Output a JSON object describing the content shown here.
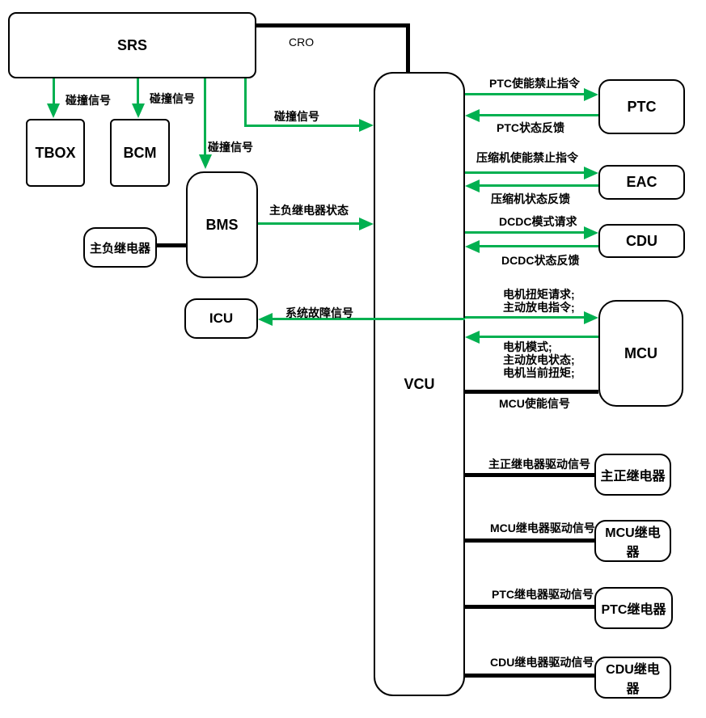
{
  "nodes": {
    "srs": "SRS",
    "tbox": "TBOX",
    "bcm": "BCM",
    "bms": "BMS",
    "main_neg_relay": "主负继电器",
    "icu": "ICU",
    "vcu": "VCU",
    "ptc": "PTC",
    "eac": "EAC",
    "cdu": "CDU",
    "mcu": "MCU",
    "main_pos_relay": "主正继电器",
    "mcu_relay": "MCU继电器",
    "ptc_relay": "PTC继电器",
    "cdu_relay": "CDU继电器"
  },
  "labels": {
    "cro": "CRO",
    "crash_tbox": "碰撞信号",
    "crash_bcm": "碰撞信号",
    "crash_vcu": "碰撞信号",
    "crash_bms": "碰撞信号",
    "bms_status": "主负继电器状态",
    "system_fault": "系统故障信号",
    "ptc_cmd": "PTC使能禁止指令",
    "ptc_fb": "PTC状态反馈",
    "eac_cmd": "压缩机使能禁止指令",
    "eac_fb": "压缩机状态反馈",
    "cdu_cmd": "DCDC模式请求",
    "cdu_fb": "DCDC状态反馈",
    "mcu_cmd": "电机扭矩请求;\n主动放电指令;",
    "mcu_fb": "电机模式;\n主动放电状态;\n电机当前扭矩;",
    "mcu_enable": "MCU使能信号",
    "main_pos_drive": "主正继电器驱动信号",
    "mcu_relay_drive": "MCU继电器驱动信号",
    "ptc_relay_drive": "PTC继电器驱动信号",
    "cdu_relay_drive": "CDU继电器驱动信号"
  },
  "colors": {
    "signal_green": "#00b050",
    "power_black": "#000000",
    "background": "#ffffff"
  }
}
